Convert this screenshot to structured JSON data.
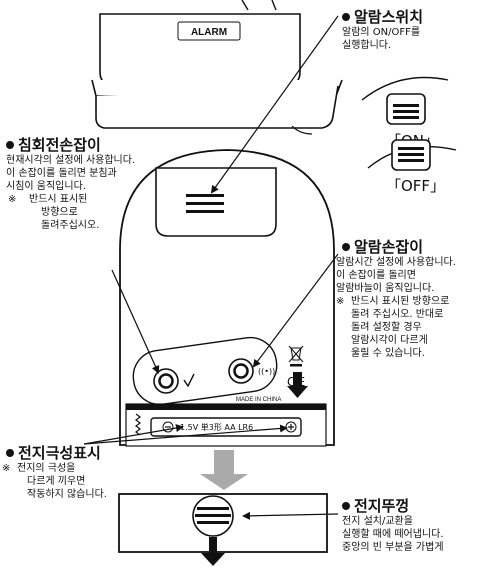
{
  "device": {
    "top_label": "ALARM",
    "made_in": "MADE IN CHINA",
    "battery_spec": "1.5V 単3形 AA LR6",
    "ce_mark": "CE"
  },
  "callouts": {
    "alarm_switch": {
      "title": "알람스위치",
      "desc": [
        "알람의 ON/OFF를",
        "실행합니다."
      ],
      "on_label": "「ON」",
      "off_label": "「OFF」"
    },
    "time_knob": {
      "title": "침회전손잡이",
      "desc": [
        "현재시각의 설정에 사용합니다.",
        "이 손잡이를 돌리면 분침과",
        "시침이 움직입니다."
      ],
      "note_mark": "※",
      "note": [
        "반드시 표시된",
        "방향으로",
        "돌려주십시오."
      ]
    },
    "alarm_knob": {
      "title": "알람손잡이",
      "desc": [
        "알람시간 설정에 사용합니다.",
        "이 손잡이를 돌리면",
        "알람바늘이 움직입니다."
      ],
      "note_mark": "※",
      "note": [
        "반드시 표시된 방향으로",
        "돌려 주십시오. 반대로",
        "돌려 설정할 경우",
        "알람시각이 다르게",
        "울릴 수 있습니다."
      ]
    },
    "polarity": {
      "title": "전지극성표시",
      "note_mark": "※",
      "note": [
        "전지의 극성을",
        "다르게 끼우면",
        "작동하지 않습니다."
      ]
    },
    "battery_cover": {
      "title": "전지뚜껑",
      "desc": [
        "전지 설치/교환을",
        "실행할 때에 떼어냅니다.",
        "중앙의 빈 부분을 가볍게"
      ]
    }
  }
}
